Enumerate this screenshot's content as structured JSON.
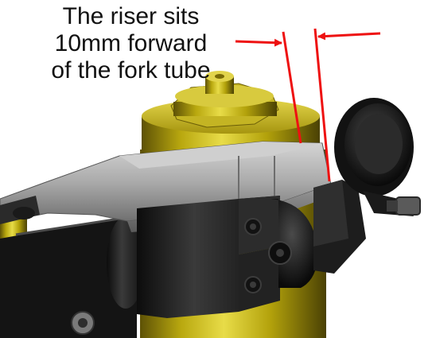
{
  "caption": {
    "line1": "The riser sits",
    "line2": "10mm forward",
    "line3": "of the fork tube"
  },
  "colors": {
    "annotation": "#ee1111",
    "gold": "#c8b411",
    "aluminium": "#b4b4b4",
    "black_part": "#1c1c1c"
  },
  "icons": {
    "left_arrow": "arrow-right-icon",
    "right_arrow": "arrow-left-icon"
  }
}
